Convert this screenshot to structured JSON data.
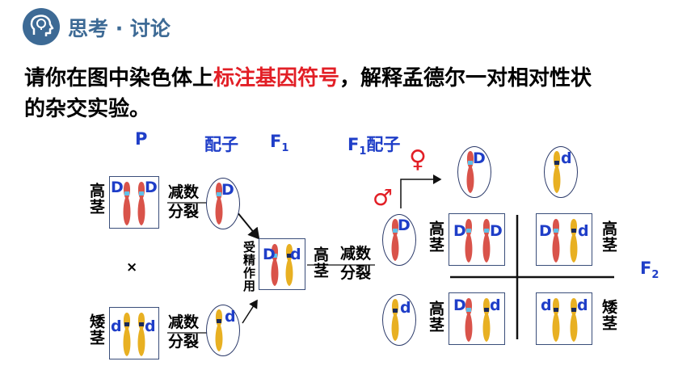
{
  "header": {
    "title": "思考 · 讨论",
    "accent": "#3d6a95",
    "icon": "head-lightbulb-icon"
  },
  "question": {
    "part1": "请你在图中染色体上",
    "highlight": "标注基因符号",
    "part2": "，解释孟德尔一对相对性状",
    "line2": "的杂交实验。",
    "highlight_color": "#e21f26"
  },
  "columns": {
    "p": "P",
    "gamete": "配子",
    "f1": "F",
    "f1_sub": "1",
    "f1_gamete_prefix": "F",
    "f1_gamete_sub": "1",
    "f1_gamete_suffix": "配子"
  },
  "parents": {
    "tall_label": "高茎",
    "tall_genes": [
      "D",
      "D"
    ],
    "short_label": "矮茎",
    "short_genes": [
      "d",
      "d"
    ],
    "cross": "×"
  },
  "meiosis": {
    "label1": "减数",
    "label2": "分裂"
  },
  "gametes": {
    "dominant": "D",
    "recessive": "d"
  },
  "fertilization": {
    "label": "受精作用"
  },
  "f1": {
    "label": "高茎",
    "genes": [
      "D",
      "d"
    ]
  },
  "f1_meiosis": {
    "label1": "减数",
    "label2": "分裂"
  },
  "symbols": {
    "female": "♀",
    "male": "♂"
  },
  "f1_female_gametes": [
    "D",
    "d"
  ],
  "f1_male_gametes": [
    "D",
    "d"
  ],
  "punnett": {
    "cells": [
      {
        "genes": [
          "D",
          "D"
        ],
        "phenotype": "高茎"
      },
      {
        "genes": [
          "D",
          "d"
        ],
        "phenotype": "高茎"
      },
      {
        "genes": [
          "D",
          "d"
        ],
        "phenotype": "高茎"
      },
      {
        "genes": [
          "d",
          "d"
        ],
        "phenotype": "矮茎"
      }
    ]
  },
  "f2": {
    "label": "F",
    "sub": "2"
  },
  "colors": {
    "red_chromosome": "#d9534a",
    "yellow_chromosome": "#e8b022",
    "blue_text": "#1f3ec8"
  }
}
